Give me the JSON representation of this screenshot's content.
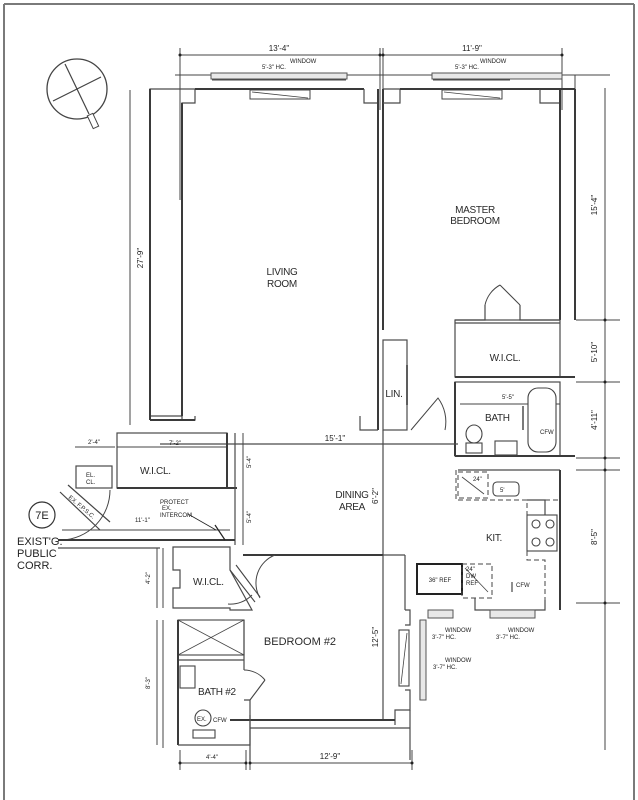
{
  "plan": {
    "unit_id": "7E",
    "corridor": [
      "EXIST'G.",
      "PUBLIC",
      "CORR."
    ],
    "rooms": {
      "living_room": [
        "LIVING",
        "ROOM"
      ],
      "master_bedroom": [
        "MASTER",
        "BEDROOM"
      ],
      "master_wic": "W.I.CL.",
      "linen": "LIN.",
      "bath_1": "BATH",
      "entry_wic": "W.I.CL.",
      "dining_area": [
        "DINING",
        "AREA"
      ],
      "kitchen": "KIT.",
      "bedroom_2_wic": "W.I.CL.",
      "bedroom_2": "BEDROOM #2",
      "bath_2": "BATH #2",
      "electric_closet": [
        "EL.",
        "CL."
      ]
    },
    "dimensions": {
      "living_room_width": "13'-4\"",
      "living_room_depth": "27'-9\"",
      "master_bedroom_width": "11'-9\"",
      "master_bedroom_depth": "15'-4\"",
      "master_wic_depth": "5'-10\"",
      "bath_1_depth": "4'-11\"",
      "bath_1_tub": "5'-5\"",
      "kitchen_depth": "8'-5\"",
      "entry_small_width": "2'-4\"",
      "entry_wic_width": "7'-2\"",
      "entry_wic_depth": "5'-4\"",
      "foyer_depth": "5'-4\"",
      "foyer_width": "11'-1\"",
      "dining_width": "15'-1\"",
      "dining_depth": "6'-2\"",
      "bedroom_2_wic_depth": "4'-2\"",
      "bedroom_2_depth": "12'-5\"",
      "bedroom_2_width": "12'-9\"",
      "bath_2_depth": "8'-3\"",
      "bath_2_width": "4'-4\""
    },
    "windows": {
      "label": "WINDOW",
      "living_room": "5'-3\" HC.",
      "master_bedroom": "5'-3\" HC.",
      "kitchen_a": "3'-7\" HC.",
      "kitchen_b": "3'-7\" HC.",
      "bedroom_2": "3'-7\" HC."
    },
    "notes": {
      "protect": [
        "PROTECT",
        "EX.",
        "INTERCOM"
      ],
      "fire_door": "EX. F.P.S.C.",
      "refrigerator": "36\" REF",
      "dishwasher": [
        "24\"",
        "DW",
        "REF"
      ],
      "sink_small": "5'",
      "sink_kitchen": "24\"",
      "cfw": "CFW",
      "ex_label": "EX."
    }
  }
}
